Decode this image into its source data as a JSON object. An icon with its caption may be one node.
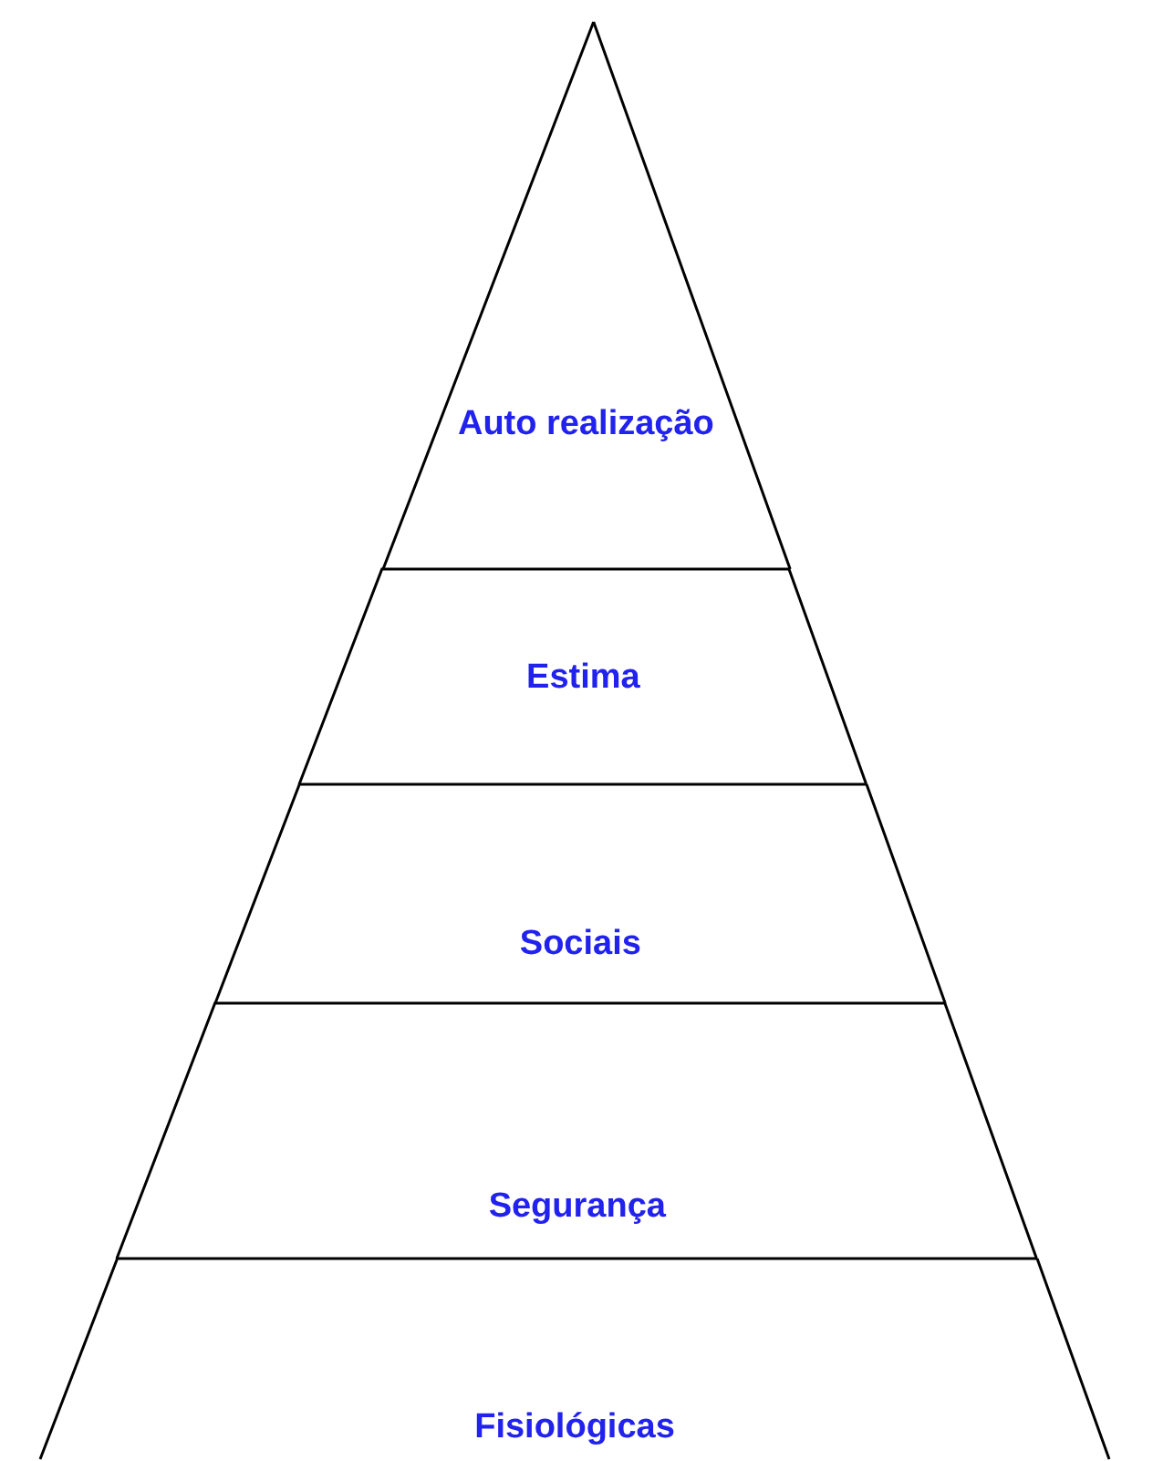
{
  "diagram": {
    "nodes": [
      {
        "text": [
          "Auto realização"
        ]
      },
      {
        "text": [
          "Estima"
        ]
      },
      {
        "text": [
          "Sociais"
        ]
      },
      {
        "text": [
          "Segurança"
        ]
      },
      {
        "text": [
          "Fisiológicas"
        ]
      }
    ]
  }
}
